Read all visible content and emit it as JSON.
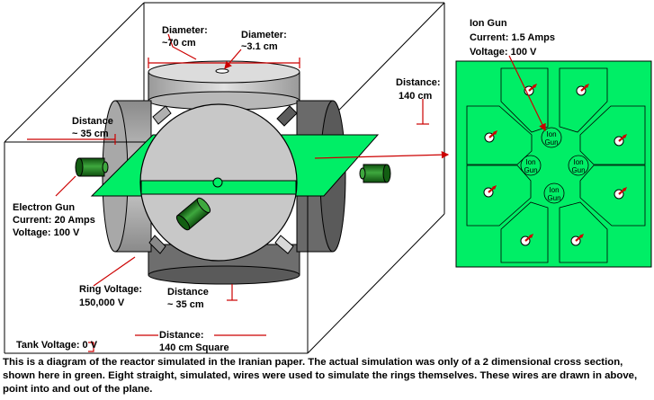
{
  "labels": {
    "diameter_outer": [
      "Diameter:",
      "~70 cm"
    ],
    "diameter_hole": [
      "Diameter:",
      "~3.1 cm"
    ],
    "distance_tank_height": [
      "Distance:",
      "140 cm"
    ],
    "distance_side": [
      "Distance",
      "~ 35 cm"
    ],
    "distance_bottom": [
      "Distance",
      "~ 35 cm"
    ],
    "distance_square": [
      "Distance:",
      "140 cm Square"
    ],
    "electron_gun": [
      "Electron Gun",
      "Current: 20 Amps",
      "Voltage: 100 V"
    ],
    "ion_gun": [
      "Ion Gun",
      "Current: 1.5 Amps",
      "Voltage: 100 V"
    ],
    "ring_voltage": [
      "Ring Voltage:",
      "150,000 V"
    ],
    "tank_voltage": "Tank Voltage: 0 V",
    "ion_gun_marker": [
      "Ion",
      "Gun"
    ]
  },
  "caption": "This is a diagram of the reactor simulated in the Iranian paper.  The actual simulation was only of a 2 dimensional cross section, shown here in green.  Eight straight, simulated, wires were used to simulate the rings themselves.  These wires are drawn in above, point into and out of the plane.",
  "colors": {
    "simulation_plane": "#00ee66",
    "annotation": "#cc0000",
    "gun": "#1f7a1f",
    "sphere": "#c8c8c8"
  }
}
